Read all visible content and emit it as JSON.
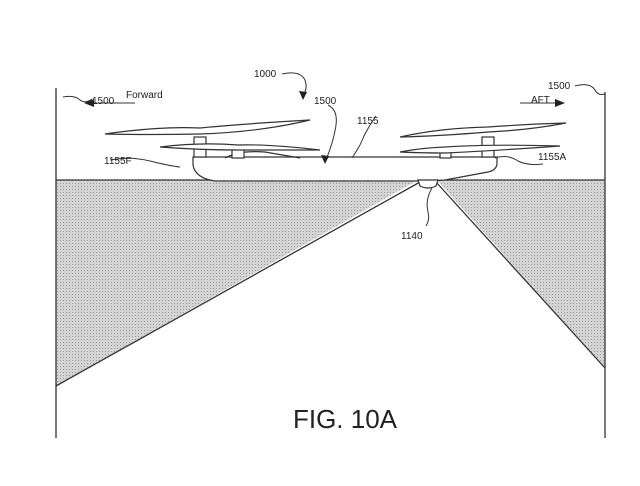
{
  "figure": {
    "caption": "FIG. 10A",
    "labels": {
      "device": "1000",
      "surface_left": "1500",
      "surface_right": "1500",
      "surface_center": "1500",
      "body": "1155",
      "body_forward": "1155F",
      "body_aft": "1155A",
      "camera": "1140",
      "forward": "Forward",
      "aft": "AFT"
    }
  }
}
